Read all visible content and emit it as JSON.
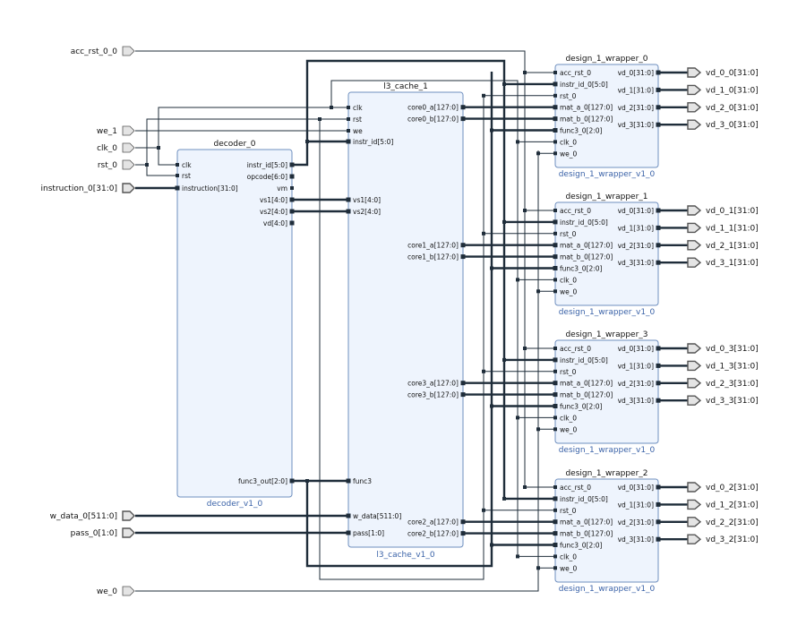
{
  "diagram": {
    "inputs": {
      "acc_rst": "acc_rst_0_0",
      "we": "we_1",
      "clk": "clk_0",
      "rst": "rst_0",
      "instruction": "instruction_0[31:0]",
      "w_data": "w_data_0[511:0]",
      "pass": "pass_0[1:0]",
      "we0": "we_0"
    },
    "decoder": {
      "name": "decoder_0",
      "ip": "decoder_v1_0",
      "in_pins": [
        "clk",
        "rst",
        "instruction[31:0]"
      ],
      "out_pins": [
        "instr_id[5:0]",
        "opcode[6:0]",
        "vm",
        "vs1[4:0]",
        "vs2[4:0]",
        "vd[4:0]"
      ],
      "func3": "func3_out[2:0]"
    },
    "cache": {
      "name": "l3_cache_1",
      "ip": "l3_cache_v1_0",
      "in_top": [
        "clk",
        "rst",
        "we",
        "instr_id[5:0]"
      ],
      "in_vs": [
        "vs1[4:0]",
        "vs2[4:0]"
      ],
      "in_func3": "func3",
      "in_bottom": [
        "w_data[511:0]",
        "pass[1:0]"
      ],
      "outs": [
        [
          "core0_a[127:0]",
          "core0_b[127:0]"
        ],
        [
          "core1_a[127:0]",
          "core1_b[127:0]"
        ],
        [
          "core3_a[127:0]",
          "core3_b[127:0]"
        ],
        [
          "core2_a[127:0]",
          "core2_b[127:0]"
        ]
      ]
    },
    "wrapper_pins_in": [
      "acc_rst_0",
      "instr_id_0[5:0]",
      "rst_0",
      "mat_a_0[127:0]",
      "mat_b_0[127:0]",
      "func3_0[2:0]",
      "clk_0",
      "we_0"
    ],
    "wrapper_pins_out": [
      "vd_0[31:0]",
      "vd_1[31:0]",
      "vd_2[31:0]",
      "vd_3[31:0]"
    ],
    "wrappers": [
      {
        "name": "design_1_wrapper_0",
        "ip": "design_1_wrapper_v1_0",
        "outputs": [
          "vd_0_0[31:0]",
          "vd_1_0[31:0]",
          "vd_2_0[31:0]",
          "vd_3_0[31:0]"
        ]
      },
      {
        "name": "design_1_wrapper_1",
        "ip": "design_1_wrapper_v1_0",
        "outputs": [
          "vd_0_1[31:0]",
          "vd_1_1[31:0]",
          "vd_2_1[31:0]",
          "vd_3_1[31:0]"
        ]
      },
      {
        "name": "design_1_wrapper_3",
        "ip": "design_1_wrapper_v1_0",
        "outputs": [
          "vd_0_3[31:0]",
          "vd_1_3[31:0]",
          "vd_2_3[31:0]",
          "vd_3_3[31:0]"
        ]
      },
      {
        "name": "design_1_wrapper_2",
        "ip": "design_1_wrapper_v1_0",
        "outputs": [
          "vd_0_2[31:0]",
          "vd_1_2[31:0]",
          "vd_2_2[31:0]",
          "vd_3_2[31:0]"
        ]
      }
    ],
    "colors": {
      "block_fill": "#eef4fd",
      "block_stroke": "#6f8fbf",
      "wire": "#1f2d3a",
      "ip_label": "#3b63a8",
      "port_fill": "#e4e4e4"
    }
  }
}
